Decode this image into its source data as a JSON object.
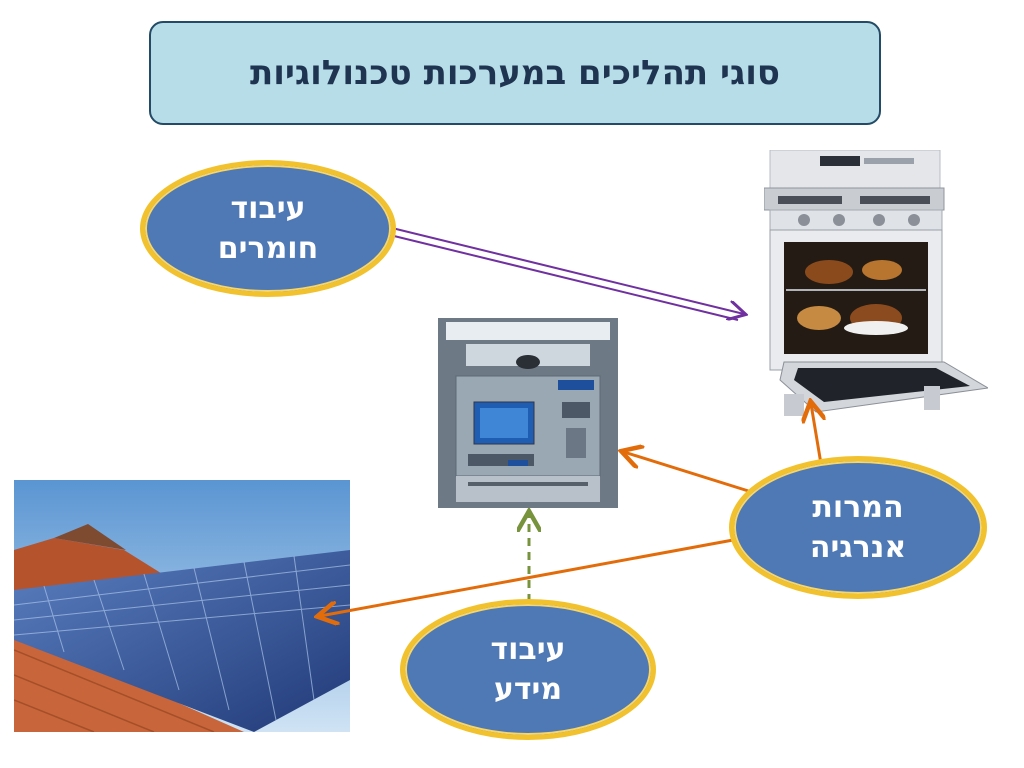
{
  "title": "סוגי תהליכים במערכות טכנולוגיות",
  "nodes": {
    "materials": {
      "line1": "עיבוד",
      "line2": "חומרים"
    },
    "energy": {
      "line1": "המרות",
      "line2": "אנרגיה"
    },
    "information": {
      "line1": "עיבוד",
      "line2": "מידע"
    }
  },
  "pictures": {
    "oven": "oven-photo",
    "atm": "atm-photo",
    "solar": "solar-panels-photo"
  },
  "colors": {
    "title_bg": "#b6dde8",
    "ellipse_fill": "#4f79b5",
    "ellipse_border": "#f2c12e",
    "arrow_materials": "#7030a0",
    "arrow_energy": "#e36c0a",
    "arrow_information": "#77933c"
  }
}
